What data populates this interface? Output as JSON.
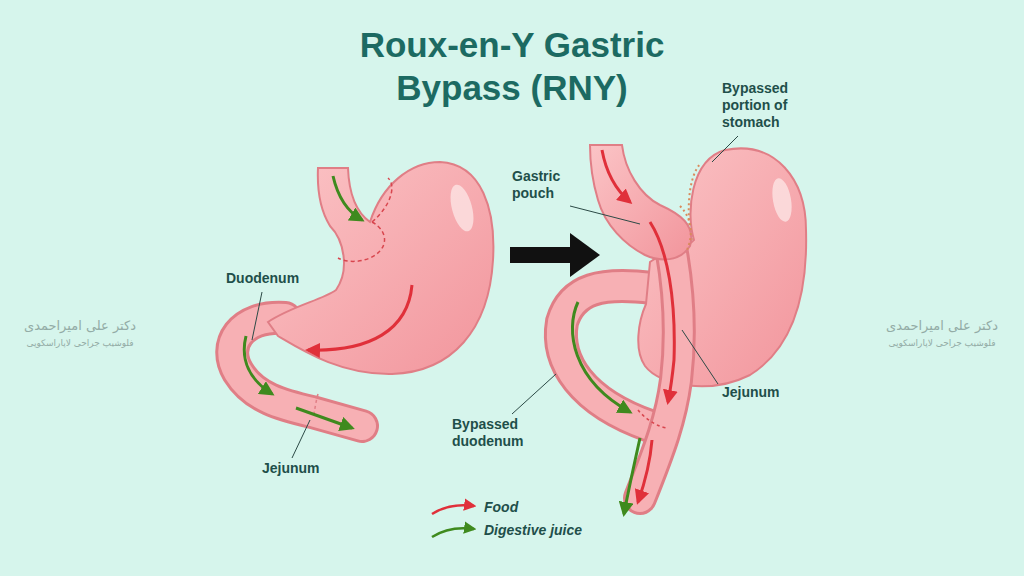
{
  "diagram": {
    "title": "Roux-en-Y Gastric Bypass (RNY)",
    "labels": [
      "Duodenum",
      "Jejunum",
      "Gastric pouch",
      "Bypassed portion of stomach",
      "Jejunum",
      "Bypassed duodenum",
      "دکتر علی امیراحمدی",
      "فلوشیپ جراحی لاپاراسکوپی",
      "دکتر علی امیراحمدی",
      "فلوشیپ جراحی لاپاراسکوپی"
    ],
    "legend": [
      {
        "text": "Food"
      },
      {
        "text": "Digestive juice"
      }
    ]
  }
}
